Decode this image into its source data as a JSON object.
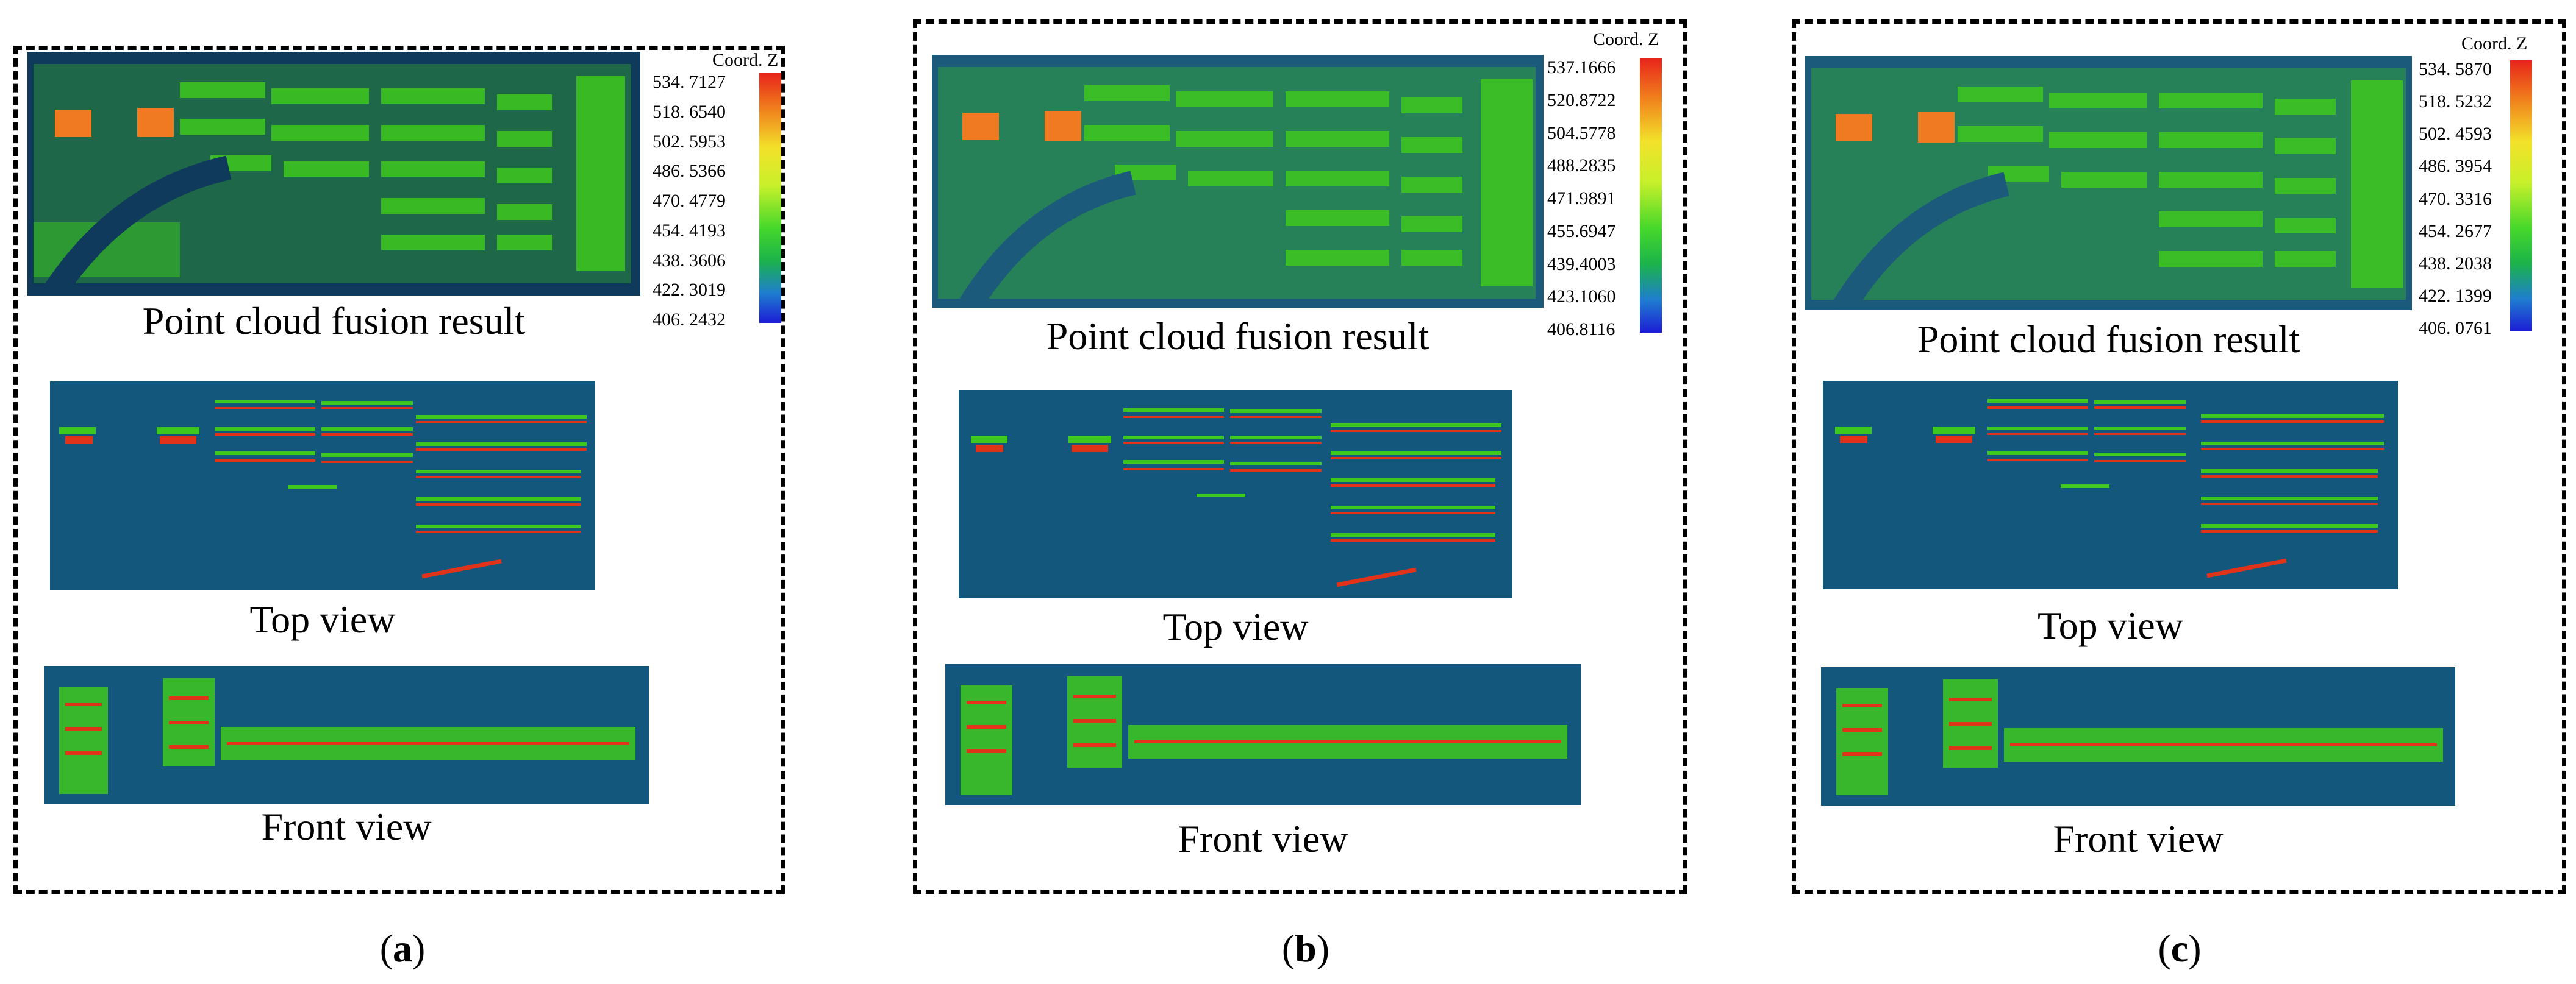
{
  "panels": [
    {
      "id": "a",
      "label_open": "(",
      "label_letter": "a",
      "label_close": ")",
      "colorbar_title": "Coord. Z",
      "colorbar_ticks": [
        "534. 7127",
        "518. 6540",
        "502. 5953",
        "486. 5366",
        "470. 4779",
        "454. 4193",
        "438. 3606",
        "422. 3019",
        "406. 2432"
      ],
      "captions": {
        "fusion": "Point cloud fusion result",
        "top": "Top view",
        "front": "Front view"
      }
    },
    {
      "id": "b",
      "label_open": "(",
      "label_letter": "b",
      "label_close": ")",
      "colorbar_title": "Coord. Z",
      "colorbar_ticks": [
        "537.1666",
        "520.8722",
        "504.5778",
        "488.2835",
        "471.9891",
        "455.6947",
        "439.4003",
        "423.1060",
        "406.8116"
      ],
      "captions": {
        "fusion": "Point cloud fusion result",
        "top": "Top view",
        "front": "Front view"
      }
    },
    {
      "id": "c",
      "label_open": "(",
      "label_letter": "c",
      "label_close": ")",
      "colorbar_title": "Coord. Z",
      "colorbar_ticks": [
        "534. 5870",
        "518. 5232",
        "502. 4593",
        "486. 3954",
        "470. 3316",
        "454. 2677",
        "438. 2038",
        "422. 1399",
        "406. 0761"
      ],
      "captions": {
        "fusion": "Point cloud fusion result",
        "top": "Top view",
        "front": "Front view"
      }
    }
  ],
  "colors": {
    "background_dark": "#0f3a5c",
    "view_background": "#14577d",
    "points_green": "#3ec81e",
    "points_red": "#e0331a",
    "points_orange": "#f07a22"
  }
}
